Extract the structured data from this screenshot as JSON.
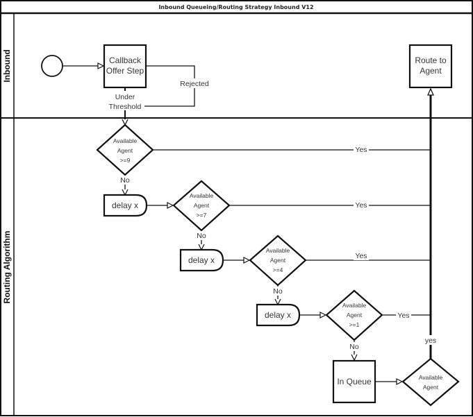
{
  "diagram": {
    "title": "Inbound Queueing/Routing Strategy Inbound V12",
    "lanes": [
      {
        "label": "Inbound"
      },
      {
        "label": "Routing Algorithm"
      }
    ],
    "nodes": {
      "start": {
        "type": "start-event"
      },
      "callback": {
        "line1": "Callback",
        "line2": "Offer Step"
      },
      "route": {
        "line1": "Route to",
        "line2": "Agent"
      },
      "d9": {
        "line1": "Available",
        "line2": "Agent",
        "line3": ">=9"
      },
      "d7": {
        "line1": "Available",
        "line2": "Agent",
        "line3": ">=7"
      },
      "d4": {
        "line1": "Available",
        "line2": "Agent",
        "line3": ">=4"
      },
      "d1": {
        "line1": "Available",
        "line2": "Agent",
        "line3": ">=1"
      },
      "dq": {
        "line1": "Available",
        "line2": "Agent"
      },
      "delay1": {
        "label": "delay x"
      },
      "delay2": {
        "label": "delay x"
      },
      "delay3": {
        "label": "delay x"
      },
      "queue": {
        "label": "In Queue"
      }
    },
    "edges": {
      "rejected": "Rejected",
      "under1": "Under",
      "under2": "Threshold",
      "no1": "No",
      "no2": "No",
      "no3": "No",
      "no4": "No",
      "yes9": "Yes",
      "yes7": "Yes",
      "yes4": "Yes",
      "yes1": "Yes",
      "yesq": "yes"
    }
  }
}
